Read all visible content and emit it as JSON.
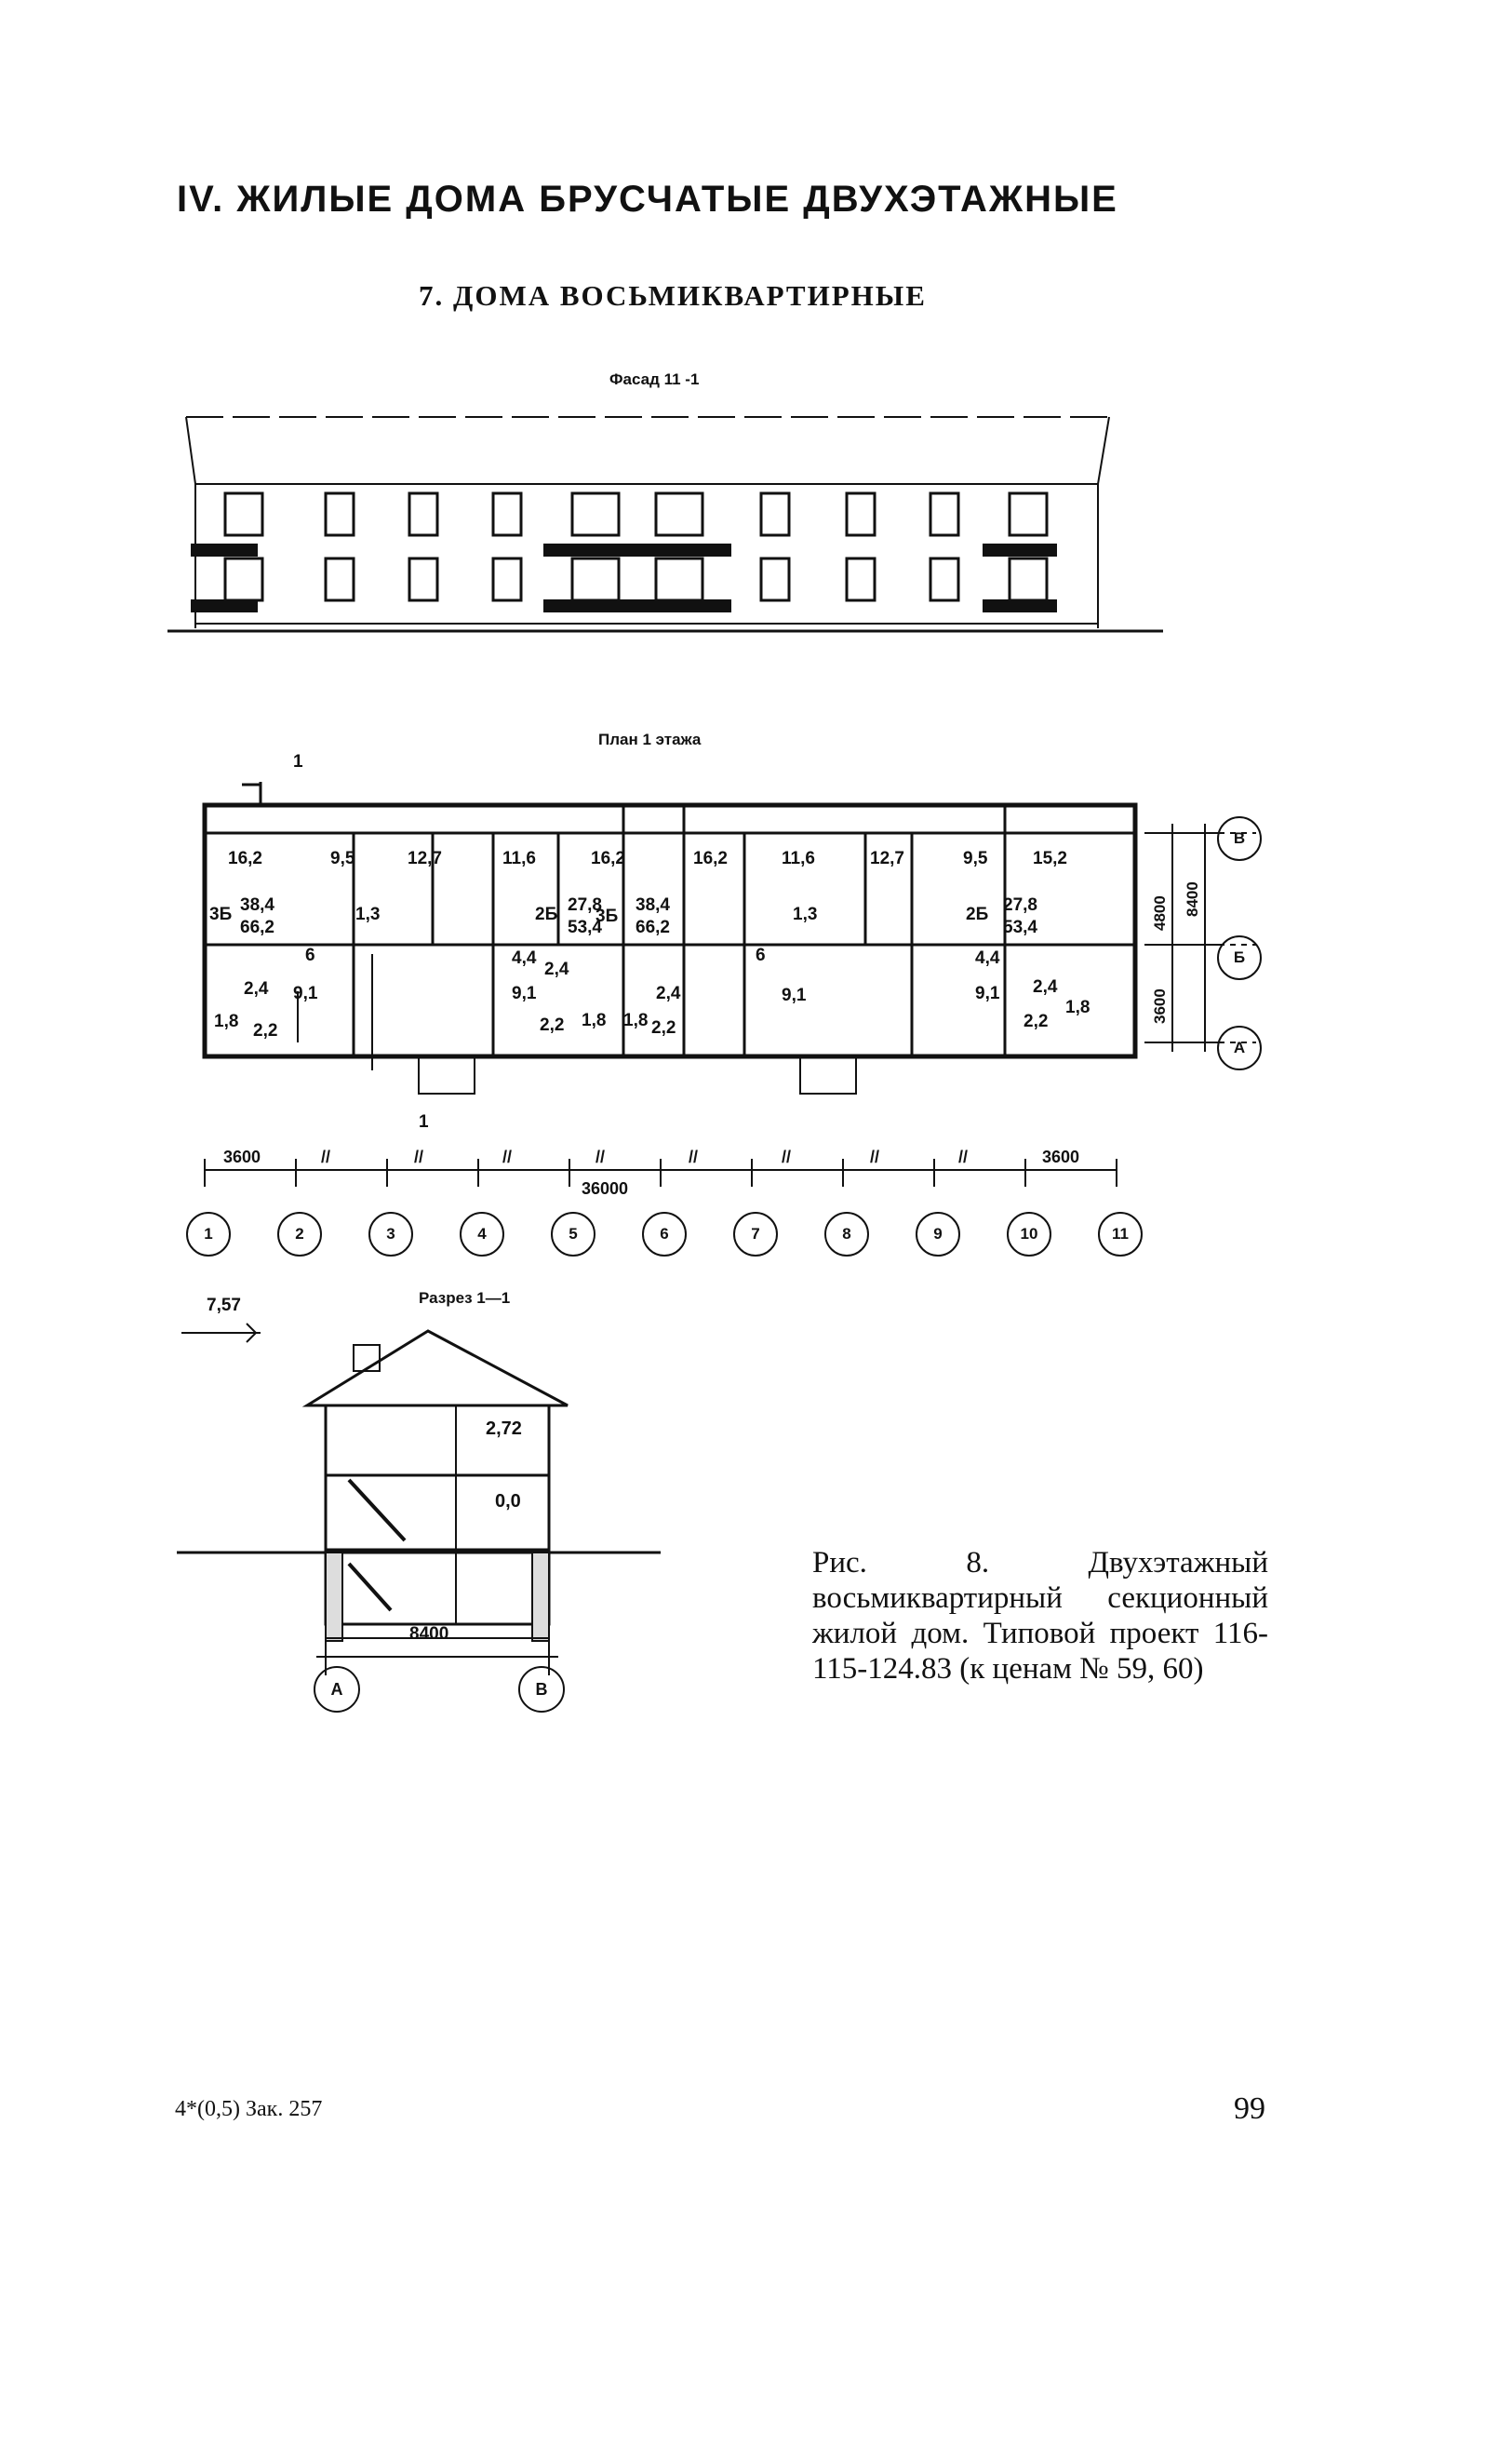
{
  "section_title": "IV. ЖИЛЫЕ ДОМА БРУСЧАТЫЕ ДВУХЭТАЖНЫЕ",
  "subsection_title": "7. ДОМА ВОСЬМИКВАРТИРНЫЕ",
  "facade": {
    "label": "Фасад 11 -1"
  },
  "plan": {
    "label": "План 1 этажа",
    "section_mark": "1",
    "rooms": {
      "r1": "16,2",
      "r2": "9,5",
      "r3": "12,7",
      "r4": "11,6",
      "r5": "16,2",
      "r6": "16,2",
      "r7": "11,6",
      "r8": "12,7",
      "r9": "9,5",
      "r10": "15,2",
      "apt1_type": "3Б",
      "apt1_living": "38,4",
      "apt1_total": "66,2",
      "apt2_type": "2Б",
      "apt2_living": "27,8",
      "apt2_total": "53,4",
      "apt3_type": "3Б",
      "apt3_living": "38,4",
      "apt3_total": "66,2",
      "apt4_type": "2Б",
      "apt4_living": "27,8",
      "apt4_total": "53,4",
      "small_1_3a": "1,3",
      "small_1_3b": "1,3",
      "k1": "6",
      "k2": "6",
      "b1": "2,4",
      "b2": "9,1",
      "b3": "1,8",
      "b4": "2,2",
      "c1": "4,4",
      "c2": "2,4",
      "c3": "9,1",
      "c4": "2,2",
      "c5": "1,8",
      "c6": "1,8",
      "c7": "2,4",
      "c8": "2,2",
      "d1": "9,1",
      "e1": "4,4",
      "e2": "9,1",
      "e3": "2,4",
      "e4": "2,2",
      "e5": "1,8"
    },
    "dims": {
      "left": "3600",
      "right": "3600",
      "total": "36000",
      "ditto": "//",
      "v1": "4800",
      "v2": "3600",
      "v_total": "8400"
    },
    "axes_x": [
      "1",
      "2",
      "3",
      "4",
      "5",
      "6",
      "7",
      "8",
      "9",
      "10",
      "11"
    ],
    "axes_y": [
      "В",
      "Б",
      "А"
    ]
  },
  "section": {
    "label": "Разрез 1—1",
    "elev_roof": "7,57",
    "elev_2": "2,72",
    "elev_0": "0,0",
    "width": "8400",
    "axis_a": "А",
    "axis_b": "В"
  },
  "caption": "Рис. 8. Двухэтажный восьмиквартирный секционный жилой дом. Типовой проект 116-115-124.83 (к ценам № 59, 60)",
  "footer": {
    "left": "4*(0,5) Зак. 257",
    "page_number": "99"
  }
}
